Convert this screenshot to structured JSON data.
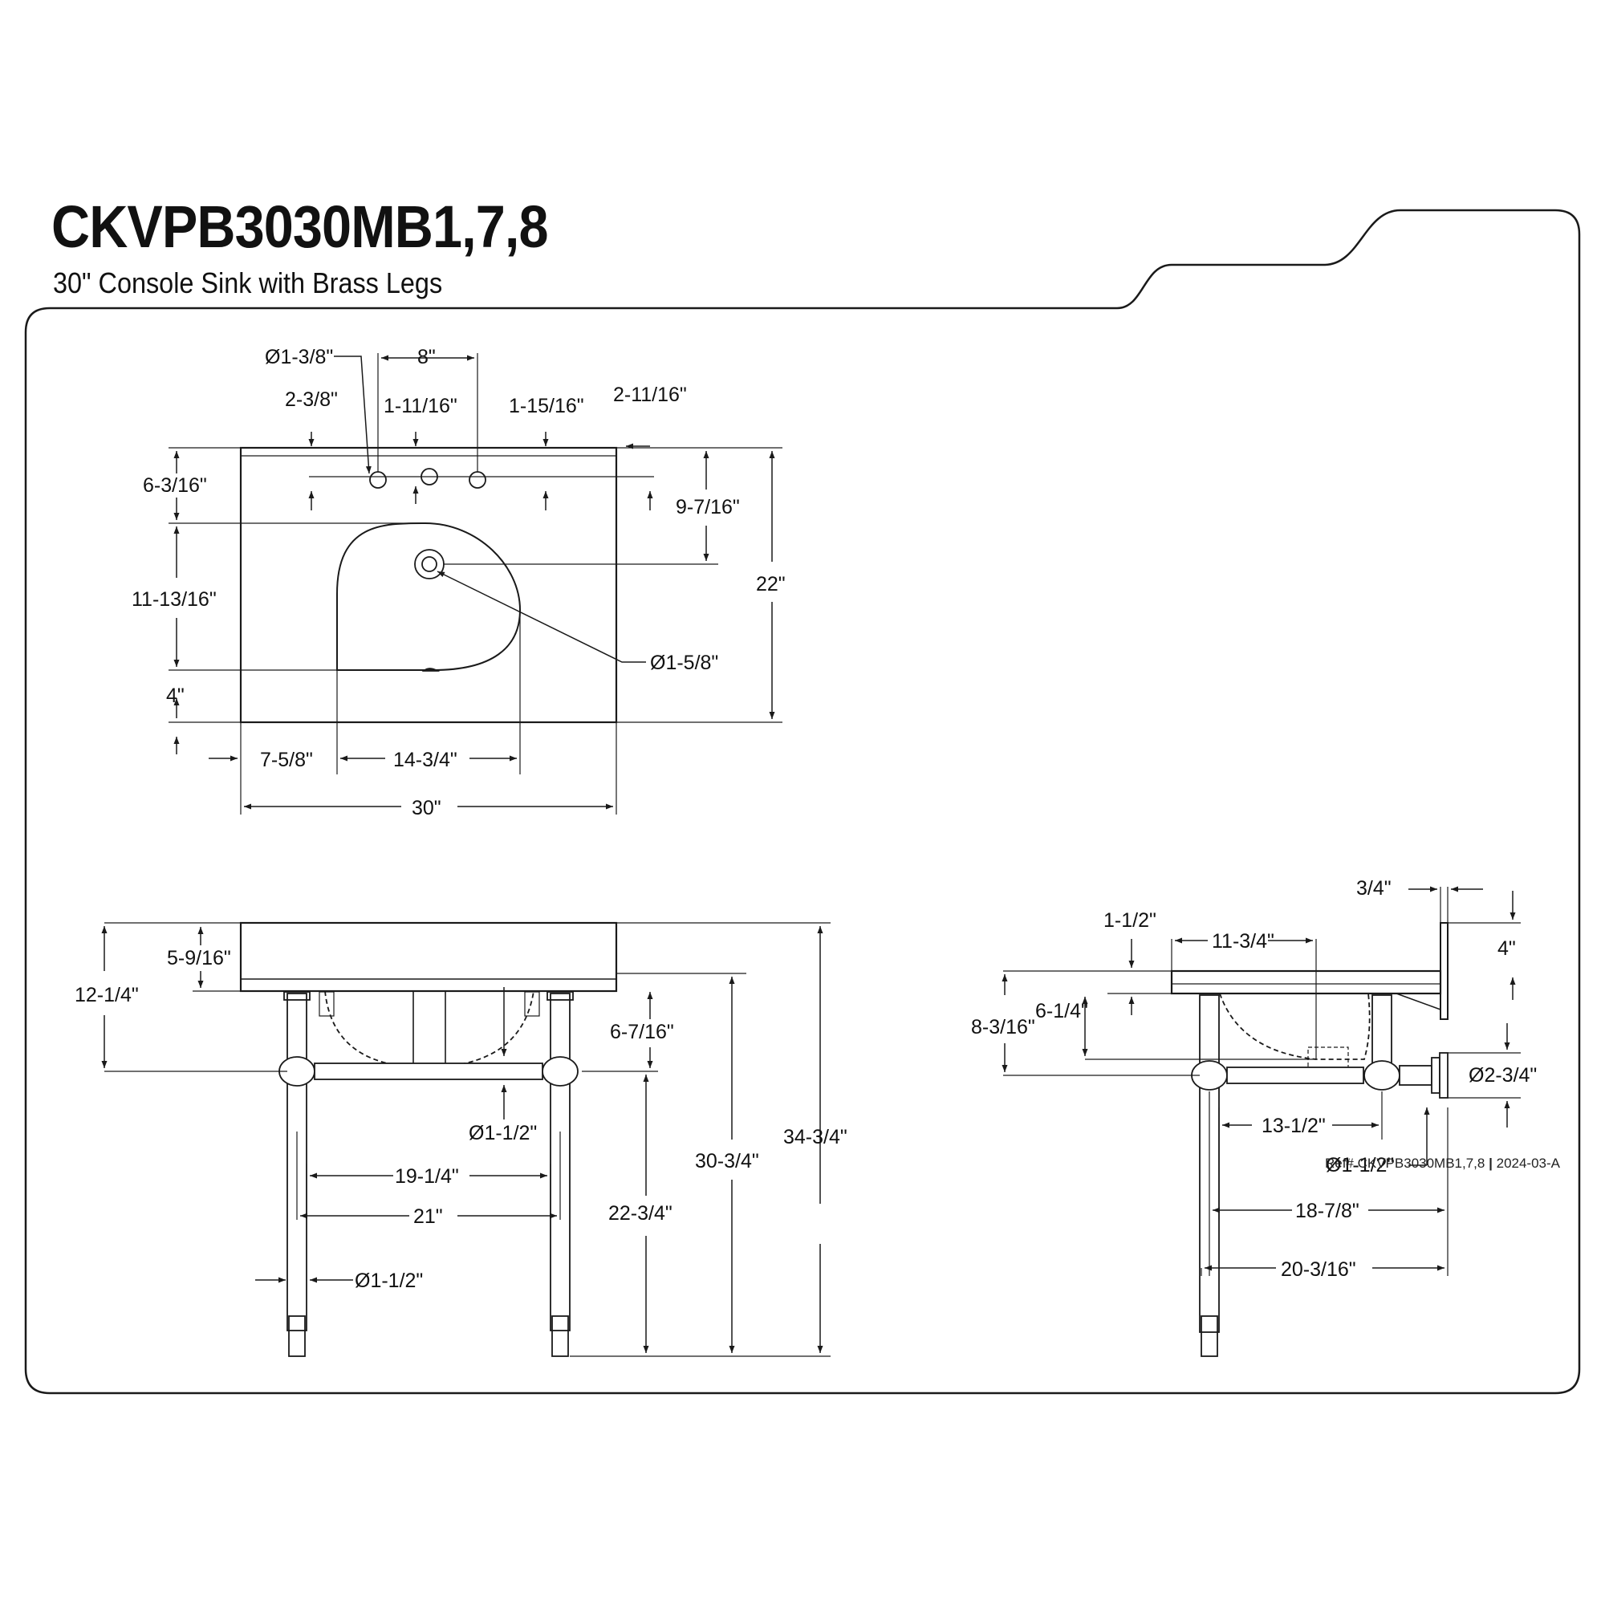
{
  "header": {
    "model": "CKVPB3030MB1,7,8",
    "subtitle": "30\" Console Sink with Brass Legs"
  },
  "footer": {
    "ref_prefix": "Ref# CKVPB3030MB1,7,8",
    "ref_separator": "|",
    "ref_date": "2024-03-A"
  },
  "top_view": {
    "faucet_hole_dia": "Ø1-3/8\"",
    "faucet_spread": "8\"",
    "hole_offset_left": "2-3/8\"",
    "hole_offset_mid": "1-11/16\"",
    "hole_offset_right": "1-15/16\"",
    "back_offset": "2-11/16\"",
    "hole_depth": "6-3/16\"",
    "drain_depth": "9-7/16\"",
    "bowl_depth": "11-13/16\"",
    "total_depth": "22\"",
    "drain_dia": "Ø1-5/8\"",
    "front_margin": "4\"",
    "bowl_left_offset": "7-5/8\"",
    "bowl_width": "14-3/4\"",
    "total_width": "30\""
  },
  "front_view": {
    "top_thickness": "5-9/16\"",
    "apron_height": "12-1/4\"",
    "bowl_below_top": "6-7/16\"",
    "crossbar_dia": "Ø1-1/2\"",
    "inner_leg_span": "19-1/4\"",
    "outer_leg_span": "21\"",
    "leg_dia": "Ø1-1/2\"",
    "crossbar_height": "22-3/4\"",
    "top_height": "30-3/4\"",
    "total_height": "34-3/4\""
  },
  "side_view": {
    "backsplash_thickness": "3/4\"",
    "backsplash_height": "4\"",
    "top_thickness": "1-1/2\"",
    "drain_setback": "11-3/4\"",
    "bowl_depth": "6-1/4\"",
    "crossbar_height": "8-3/16\"",
    "wall_flange_dia": "Ø2-3/4\"",
    "bar_length": "13-1/2\"",
    "bar_dia": "Ø1-1/2\"",
    "leg_to_wall": "18-7/8\"",
    "overall_depth": "20-3/16\""
  },
  "colors": {
    "line": "#1a1a1a",
    "background": "#ffffff"
  }
}
